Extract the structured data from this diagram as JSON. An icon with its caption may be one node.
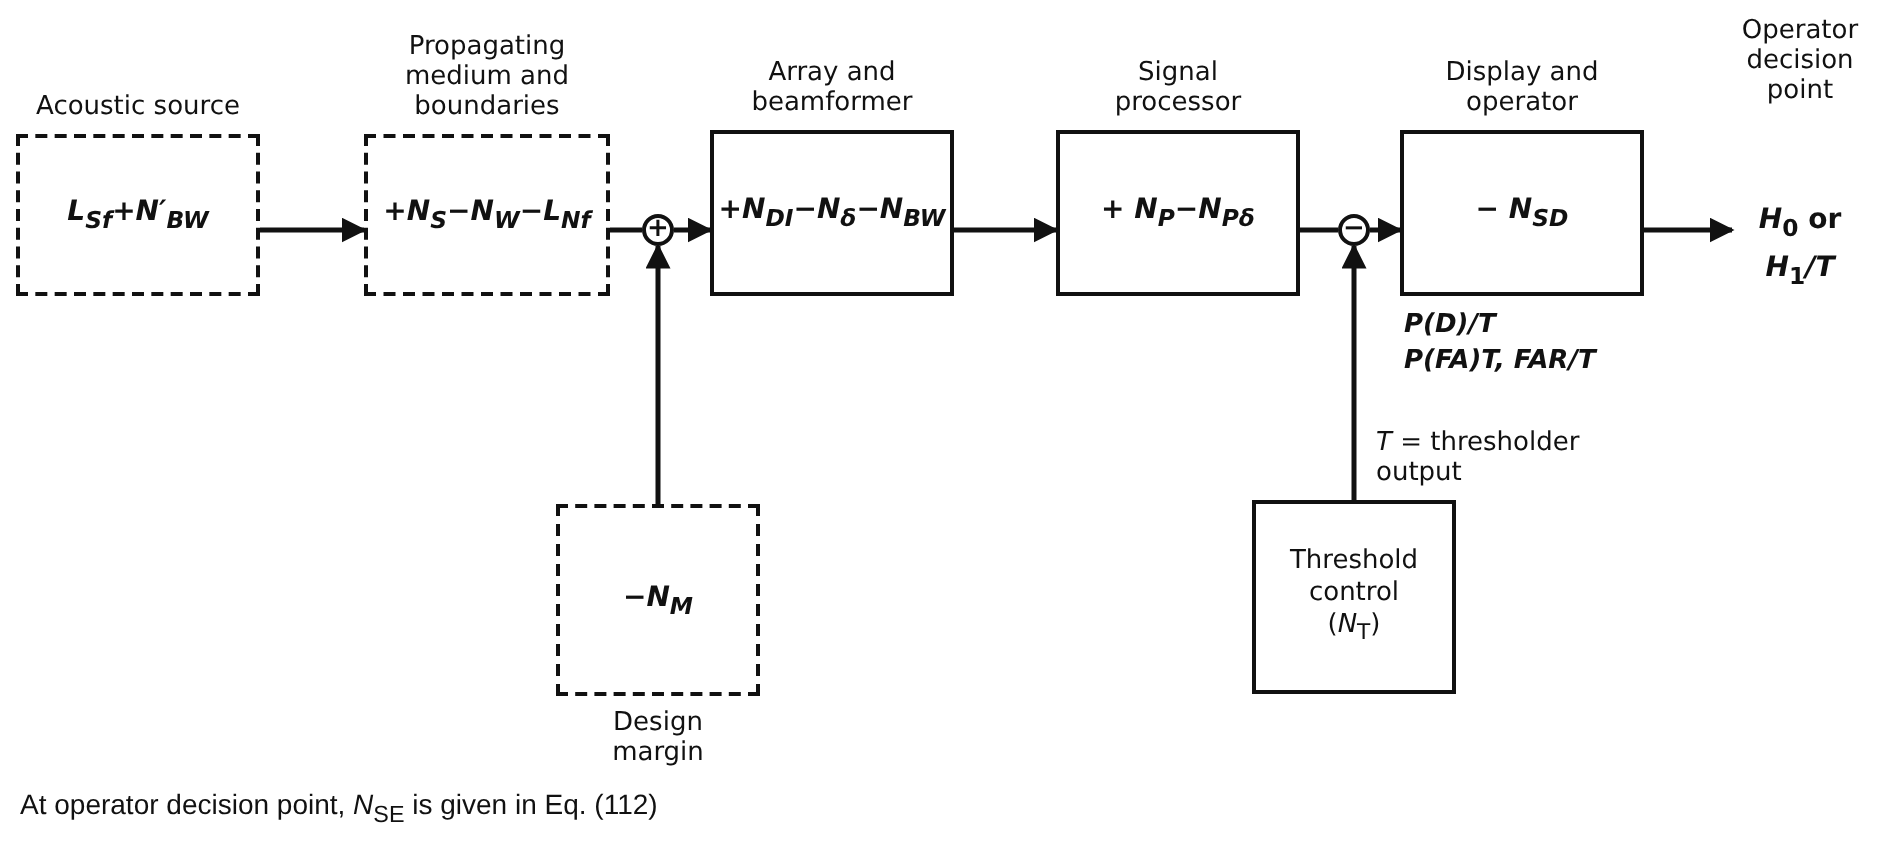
{
  "diagram": {
    "caption": "At operator decision point, *N*$_{SE}$ is given in Eq. (112)",
    "nodes": [
      {
        "text": [
          "Acoustic source",
          "L$_{Sf}$+N′$_{BW}$"
        ]
      },
      {
        "text": [
          "Propagating medium and boundaries",
          "+N$_{S}$−N$_{W}$−L$_{Nf}$"
        ]
      },
      {
        "text": [
          "+"
        ]
      },
      {
        "text": [
          "Array and beamformer",
          "+N$_{DI}$−N$_{δ}$−N$_{BW}$"
        ]
      },
      {
        "text": [
          "−N$_{M}$",
          "Design margin"
        ]
      },
      {
        "text": [
          "Signal processor",
          "+ N$_{P}$−N$_{Pδ}$"
        ]
      },
      {
        "text": [
          "−"
        ]
      },
      {
        "text": [
          "Display and operator",
          "− N$_{SD}$"
        ],
        "beside": [
          "P(D)/T",
          "P(FA)T, FAR/T"
        ]
      },
      {
        "text": [
          "Threshold control",
          "(*N*$_{T}$)"
        ]
      },
      {
        "text": [
          "Operator decision point",
          "*H*$_{0}$ or *H*$_{1}$*/T*"
        ]
      }
    ],
    "edges": [
      {
        "from": 0,
        "to": 1,
        "arrow": "to"
      },
      {
        "from": 1,
        "to": 2,
        "arrow": "none"
      },
      {
        "from": 2,
        "to": 3,
        "arrow": "to"
      },
      {
        "from": 4,
        "to": 2,
        "arrow": "to"
      },
      {
        "from": 3,
        "to": 5,
        "arrow": "to"
      },
      {
        "from": 5,
        "to": 6,
        "arrow": "none"
      },
      {
        "from": 6,
        "to": 7,
        "arrow": "to"
      },
      {
        "from": 8,
        "to": 6,
        "arrow": "to"
      },
      {
        "from": 7,
        "to": 9,
        "arrow": "to"
      }
    ],
    "labels": [
      "*T* = thresholder output"
    ]
  }
}
